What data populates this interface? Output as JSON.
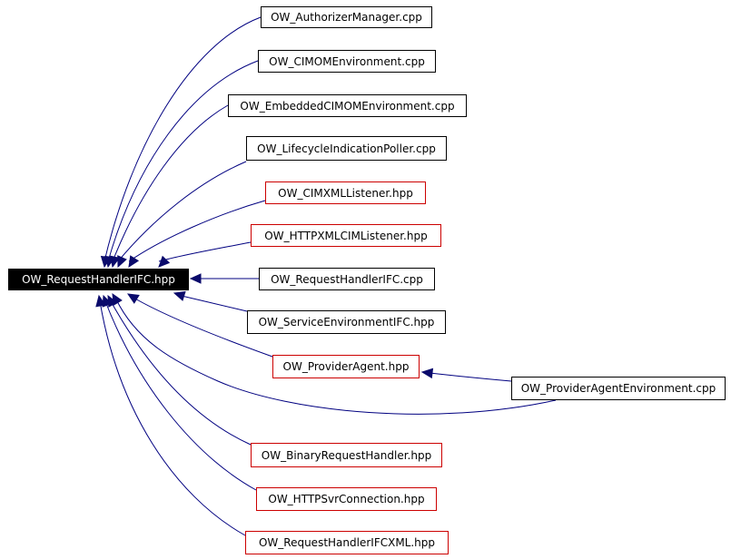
{
  "colors": {
    "edge": "#000080",
    "arrowhead": "#0a0a6b",
    "border_default": "#000000",
    "border_undocumented": "#cc0000",
    "root_fill": "#000000",
    "root_text": "#ffffff"
  },
  "root": {
    "label": "OW_RequestHandlerIFC.hpp"
  },
  "nodes": [
    {
      "id": "authorizer",
      "label": "OW_AuthorizerManager.cpp",
      "border": "black"
    },
    {
      "id": "cimomenv",
      "label": "OW_CIMOMEnvironment.cpp",
      "border": "black"
    },
    {
      "id": "embedded",
      "label": "OW_EmbeddedCIMOMEnvironment.cpp",
      "border": "black"
    },
    {
      "id": "lifecycle",
      "label": "OW_LifecycleIndicationPoller.cpp",
      "border": "black"
    },
    {
      "id": "cimxml",
      "label": "OW_CIMXMLListener.hpp",
      "border": "red"
    },
    {
      "id": "httpxml",
      "label": "OW_HTTPXMLCIMListener.hpp",
      "border": "red"
    },
    {
      "id": "rhifccpp",
      "label": "OW_RequestHandlerIFC.cpp",
      "border": "black"
    },
    {
      "id": "serviceenv",
      "label": "OW_ServiceEnvironmentIFC.hpp",
      "border": "black"
    },
    {
      "id": "provagent",
      "label": "OW_ProviderAgent.hpp",
      "border": "red"
    },
    {
      "id": "provagentenv",
      "label": "OW_ProviderAgentEnvironment.cpp",
      "border": "black"
    },
    {
      "id": "binary",
      "label": "OW_BinaryRequestHandler.hpp",
      "border": "red"
    },
    {
      "id": "httpsvr",
      "label": "OW_HTTPSvrConnection.hpp",
      "border": "red"
    },
    {
      "id": "rhifcxml",
      "label": "OW_RequestHandlerIFCXML.hpp",
      "border": "red"
    }
  ]
}
